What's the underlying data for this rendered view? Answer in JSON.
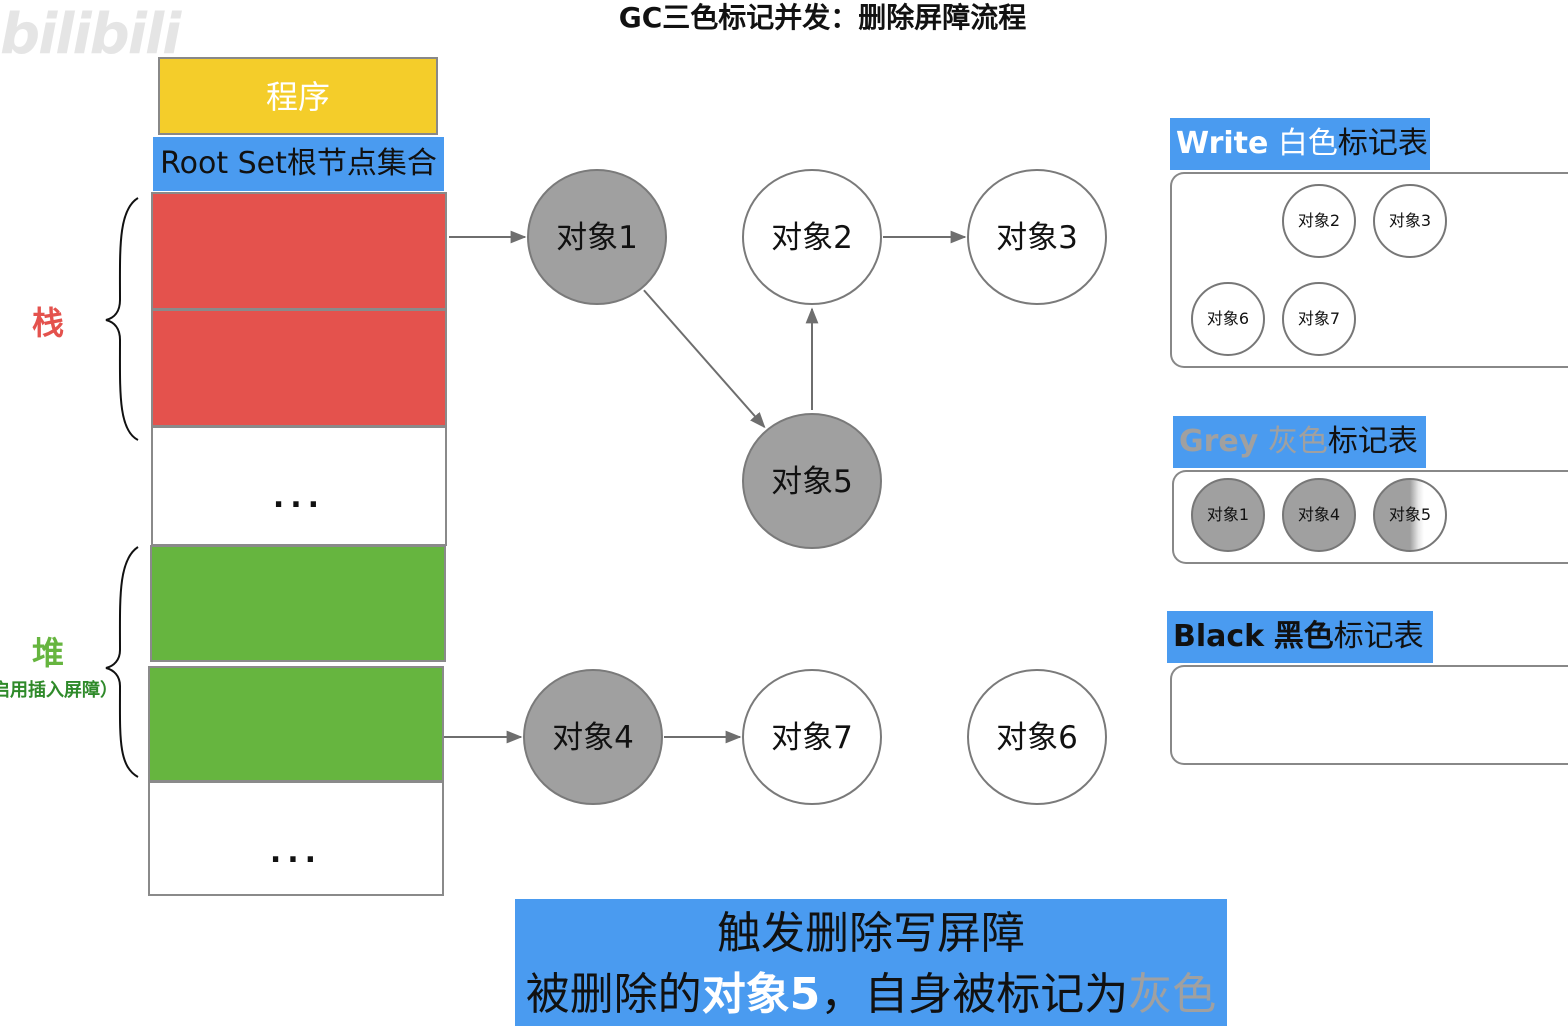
{
  "title": "GC三色标记并发：删除屏障流程",
  "watermark": "bilibili",
  "program_label": "程序",
  "root_set_label": "Root Set根节点集合",
  "stack": {
    "label": "栈",
    "color": "#e4524d",
    "cells": [
      "",
      "",
      "..."
    ]
  },
  "heap": {
    "label": "堆",
    "note": "（不启用插入屏障）",
    "color": "#66b53f",
    "cells": [
      "",
      "",
      "..."
    ]
  },
  "colors": {
    "grey": "#a0a0a0",
    "white": "#ffffff",
    "accent_blue": "#4a9bf0",
    "program_yellow": "#f4cd2a",
    "edge": "#6e6e6e"
  },
  "graph": {
    "nodes": [
      {
        "id": "obj1",
        "label": "对象1",
        "color": "grey"
      },
      {
        "id": "obj2",
        "label": "对象2",
        "color": "white"
      },
      {
        "id": "obj3",
        "label": "对象3",
        "color": "white"
      },
      {
        "id": "obj5",
        "label": "对象5",
        "color": "grey"
      },
      {
        "id": "obj4",
        "label": "对象4",
        "color": "grey"
      },
      {
        "id": "obj7",
        "label": "对象7",
        "color": "white"
      },
      {
        "id": "obj6",
        "label": "对象6",
        "color": "white"
      }
    ],
    "edges": [
      {
        "from": "stack",
        "to": "obj1"
      },
      {
        "from": "obj1",
        "to": "obj5"
      },
      {
        "from": "obj5",
        "to": "obj2"
      },
      {
        "from": "obj2",
        "to": "obj3"
      },
      {
        "from": "heap",
        "to": "obj4"
      },
      {
        "from": "obj4",
        "to": "obj7"
      }
    ]
  },
  "tables": {
    "white": {
      "title_en": "Write",
      "title_color": "白色",
      "title_suffix": "标记表",
      "items": [
        "对象2",
        "对象3",
        "对象6",
        "对象7"
      ]
    },
    "grey": {
      "title_en": "Grey",
      "title_color": "灰色",
      "title_suffix": "标记表",
      "items": [
        "对象1",
        "对象4",
        "对象5"
      ]
    },
    "black": {
      "title_en": "Black",
      "title_color": "黑色",
      "title_suffix": "标记表",
      "items": []
    }
  },
  "callout": {
    "line1": "触发删除写屏障",
    "line2_prefix": "被删除的",
    "line2_object": "对象5",
    "line2_middle": "，自身被标记为",
    "line2_color": "灰色"
  }
}
